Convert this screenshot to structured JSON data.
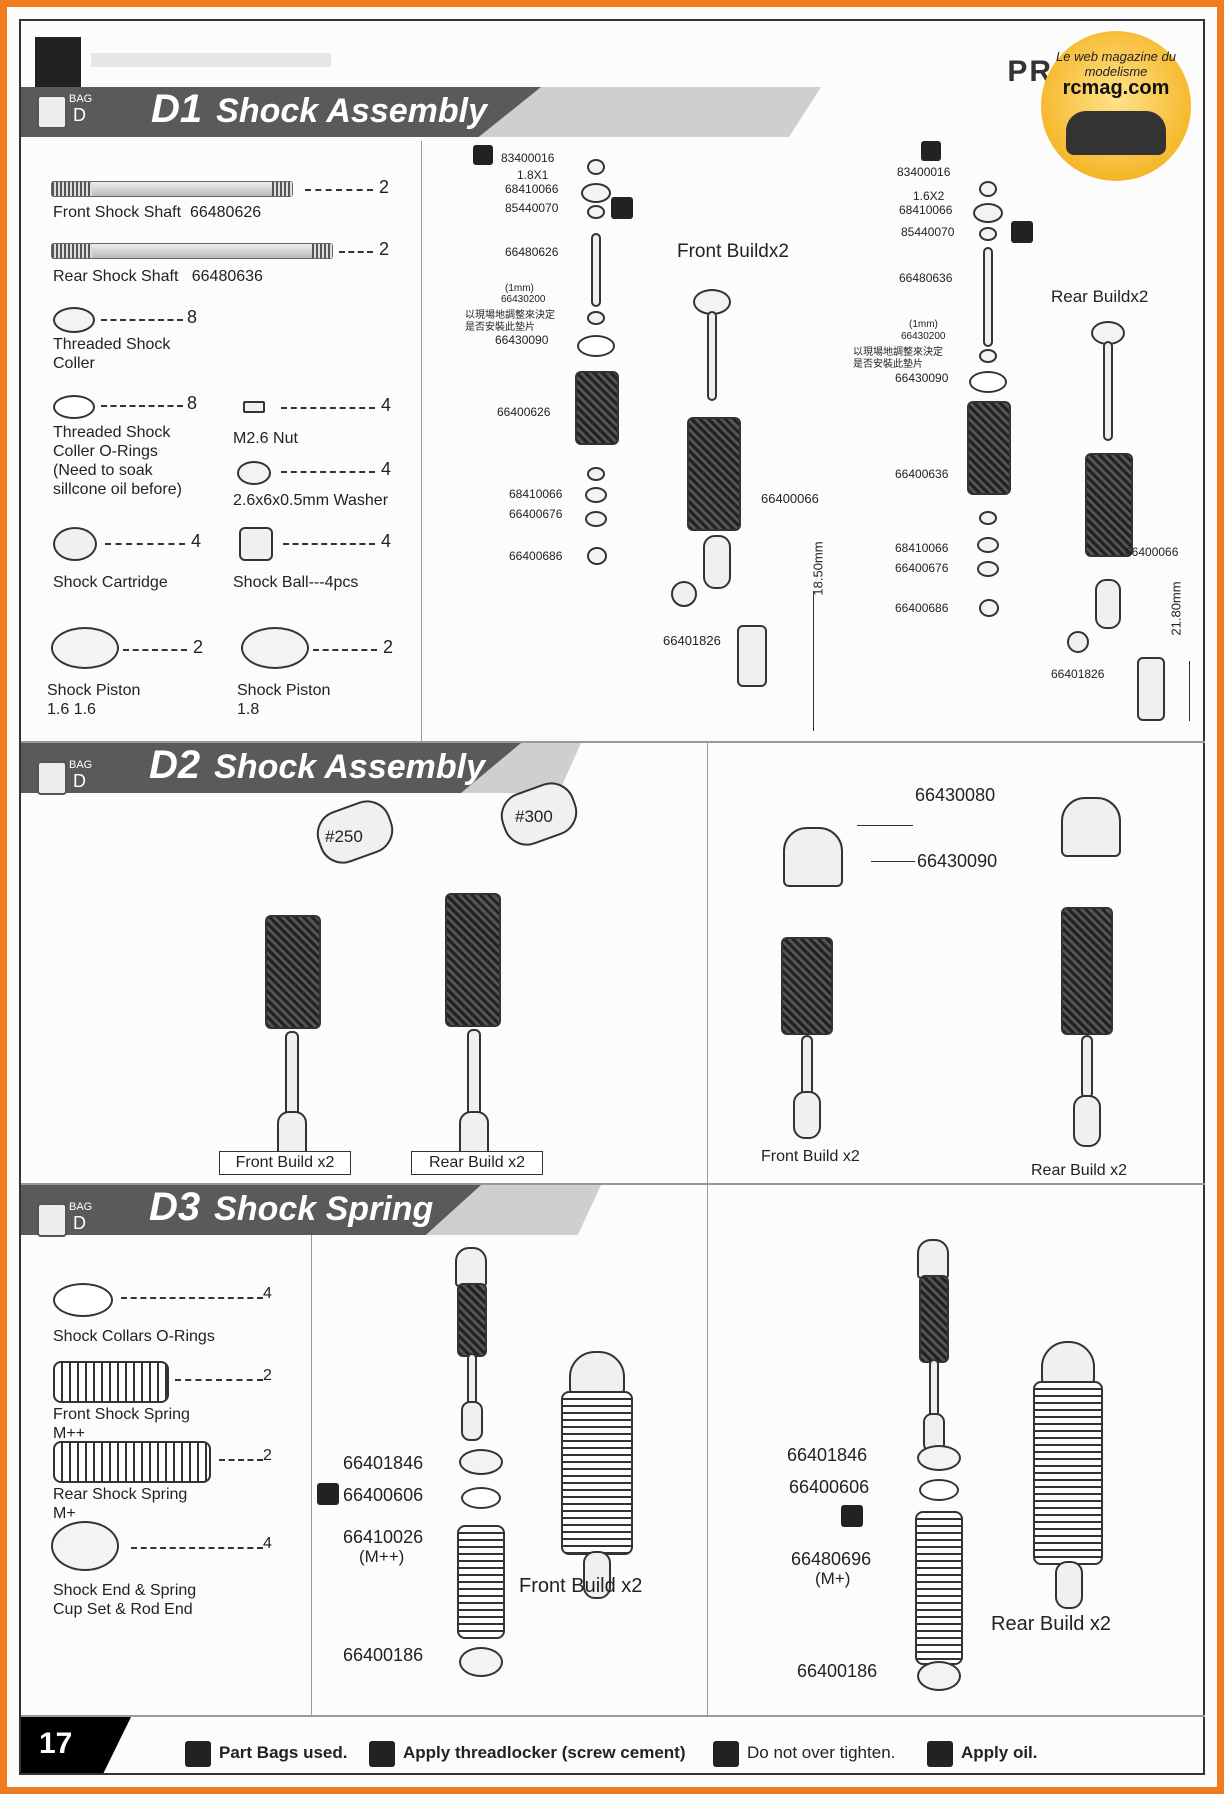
{
  "header": {
    "brand": "PR"
  },
  "badge": {
    "tagline": "Le web magazine du modelisme",
    "site": "rcmag.com"
  },
  "bag": {
    "word": "BAG",
    "letter": "D"
  },
  "sections": {
    "d1": {
      "code": "D1",
      "title": "Shock Assembly"
    },
    "d2": {
      "code": "D2",
      "title": "Shock Assembly"
    },
    "d3": {
      "code": "D3",
      "title": "Shock Spring"
    }
  },
  "d1_parts": {
    "front_shaft": {
      "name": "Front Shock Shaft",
      "part": "66480626",
      "qty": "2"
    },
    "rear_shaft": {
      "name": "Rear Shock Shaft",
      "part": "66480636",
      "qty": "2"
    },
    "coller": {
      "line1": "Threaded Shock",
      "line2": "Coller",
      "qty": "8"
    },
    "orings": {
      "line1": "Threaded Shock",
      "line2": "Coller O-Rings",
      "line3": "(Need to soak",
      "line4": "sillcone oil before)",
      "qty": "8"
    },
    "nut": {
      "name": "M2.6 Nut",
      "qty": "4"
    },
    "washer": {
      "name": "2.6x6x0.5mm Washer",
      "qty": "4"
    },
    "cartridge": {
      "name": "Shock Cartridge",
      "qty": "4"
    },
    "ball": {
      "name": "Shock Ball---4pcs",
      "qty": "4"
    },
    "piston_a": {
      "line1": "Shock Piston",
      "line2": "1.6 1.6",
      "qty": "2"
    },
    "piston_b": {
      "line1": "Shock Piston",
      "line2": "1.8",
      "qty": "2"
    }
  },
  "d1_front": {
    "caption": "Front Buildx2",
    "p1": "83400016",
    "size": "1.8X1",
    "p2": "68410066",
    "p3": "85440070",
    "p4": "66480626",
    "mm": "(1mm)",
    "p5": "66430200",
    "note1": "以現場地調整來決定",
    "note2": "是否安裝此墊片",
    "p6": "66430090",
    "p7": "66400626",
    "p8": "68410066",
    "p9": "66400676",
    "p10": "66400686",
    "p11": "66400066",
    "p12": "66401826",
    "dim": "18.50mm"
  },
  "d1_rear": {
    "caption": "Rear Buildx2",
    "p1": "83400016",
    "size": "1.6X2",
    "p2": "68410066",
    "p3": "85440070",
    "p4": "66480636",
    "mm": "(1mm)",
    "p5": "66430200",
    "note1": "以現場地調整來決定",
    "note2": "是否安裝此墊片",
    "p6": "66430090",
    "p7": "66400636",
    "p8": "68410066",
    "p9": "66400676",
    "p10": "66400686",
    "p11": "66400066",
    "p12": "66401826",
    "dim": "21.80mm"
  },
  "d2": {
    "oil1": "#250",
    "oil2": "#300",
    "cap1": "Front Build x2",
    "cap2": "Rear Build x2",
    "part_a": "66430080",
    "part_b": "66430090",
    "cap3": "Front Build x2",
    "cap4": "Rear Build x2"
  },
  "d3_parts": {
    "orings": {
      "name": "Shock Collars O-Rings",
      "qty": "4"
    },
    "front_spring": {
      "line1": "Front Shock Spring",
      "line2": "M++",
      "qty": "2"
    },
    "rear_spring": {
      "line1": "Rear Shock Spring",
      "line2": "M+",
      "qty": "2"
    },
    "end": {
      "line1": "Shock End & Spring",
      "line2": "Cup Set & Rod End",
      "qty": "4"
    }
  },
  "d3_front": {
    "p1": "66401846",
    "p2": "66400606",
    "p3": "66410026",
    "rate": "(M++)",
    "p4": "66400186",
    "caption": "Front Build x2"
  },
  "d3_rear": {
    "p1": "66401846",
    "p2": "66400606",
    "p3": "66480696",
    "rate": "(M+)",
    "p4": "66400186",
    "caption": "Rear Build x2"
  },
  "footer": {
    "page": "17",
    "legend": [
      {
        "icon": "bag-icon",
        "text": "Part Bags used."
      },
      {
        "icon": "threadlocker-icon",
        "text": "Apply threadlocker (screw cement)"
      },
      {
        "icon": "tighten-icon",
        "text": "Do not over tighten."
      },
      {
        "icon": "oil-icon",
        "text": "Apply oil."
      }
    ]
  }
}
